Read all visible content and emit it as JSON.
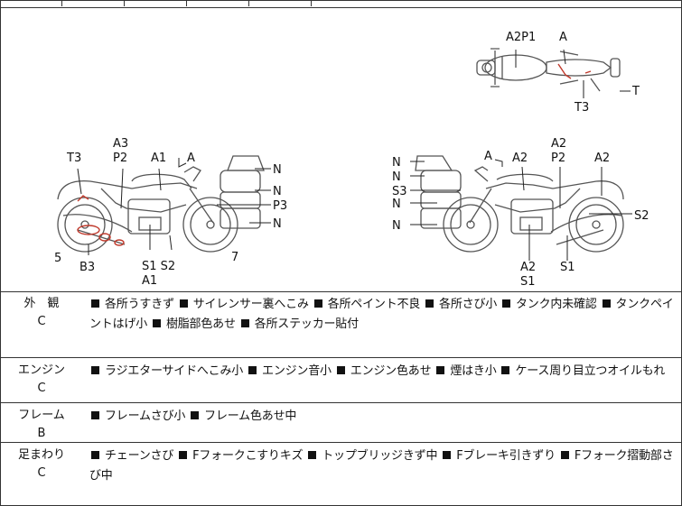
{
  "diagram": {
    "labels": {
      "top_a2p1": "A2P1",
      "top_a": "A",
      "top_t": "T",
      "top_t3": "T3",
      "left_a3": "A3",
      "left_p2": "P2",
      "left_t3": "T3",
      "left_a1": "A1",
      "left_a": "A",
      "left_n1": "N",
      "left_n2": "N",
      "left_p3": "P3",
      "left_n3": "N",
      "left_5": "5",
      "left_b3": "B3",
      "left_s1s2": "S1 S2",
      "left_a1b": "A1",
      "left_7": "7",
      "right_n1": "N",
      "right_n2": "N",
      "right_s3": "S3",
      "right_n3": "N",
      "right_n4": "N",
      "right_a": "A",
      "right_a2a": "A2",
      "right_a2b": "A2",
      "right_p2": "P2",
      "right_a2c": "A2",
      "right_s2": "S2",
      "right_a2d": "A2",
      "right_s1a": "S1",
      "right_s1b": "S1"
    }
  },
  "conditions": [
    {
      "category": "外　観",
      "grade": "C",
      "items": [
        "各所うすきず",
        "サイレンサー裏へこみ",
        "各所ペイント不良",
        "各所さび小",
        "タンク内未確認",
        "タンクペイントはげ小",
        "樹脂部色あせ",
        "各所ステッカー貼付"
      ]
    },
    {
      "category": "エンジン",
      "grade": "C",
      "items": [
        "ラジエターサイドへこみ小",
        "エンジン音小",
        "エンジン色あせ",
        "煙はき小",
        "ケース周り目立つオイルもれ"
      ]
    },
    {
      "category": "フレーム",
      "grade": "B",
      "items": [
        "フレームさび小",
        "フレーム色あせ中"
      ]
    },
    {
      "category": "足まわり",
      "grade": "C",
      "items": [
        "チェーンさび",
        "Fフォークこすりキズ",
        "トップブリッジきず中",
        "Fブレーキ引きずり",
        "Fフォーク摺動部さび中"
      ]
    }
  ]
}
